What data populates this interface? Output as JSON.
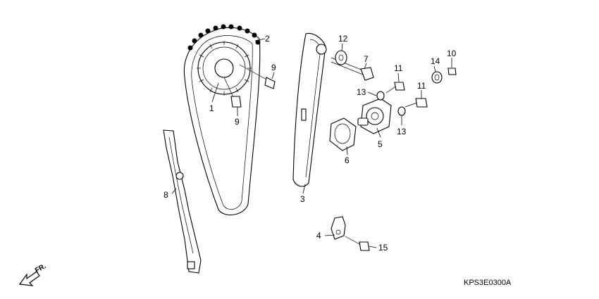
{
  "diagram": {
    "code": "KPS3E0300A",
    "direction_label": "FR.",
    "callouts": [
      "1",
      "2",
      "3",
      "4",
      "5",
      "6",
      "7",
      "8",
      "9",
      "9",
      "10",
      "11",
      "11",
      "12",
      "13",
      "13",
      "14",
      "15"
    ]
  }
}
